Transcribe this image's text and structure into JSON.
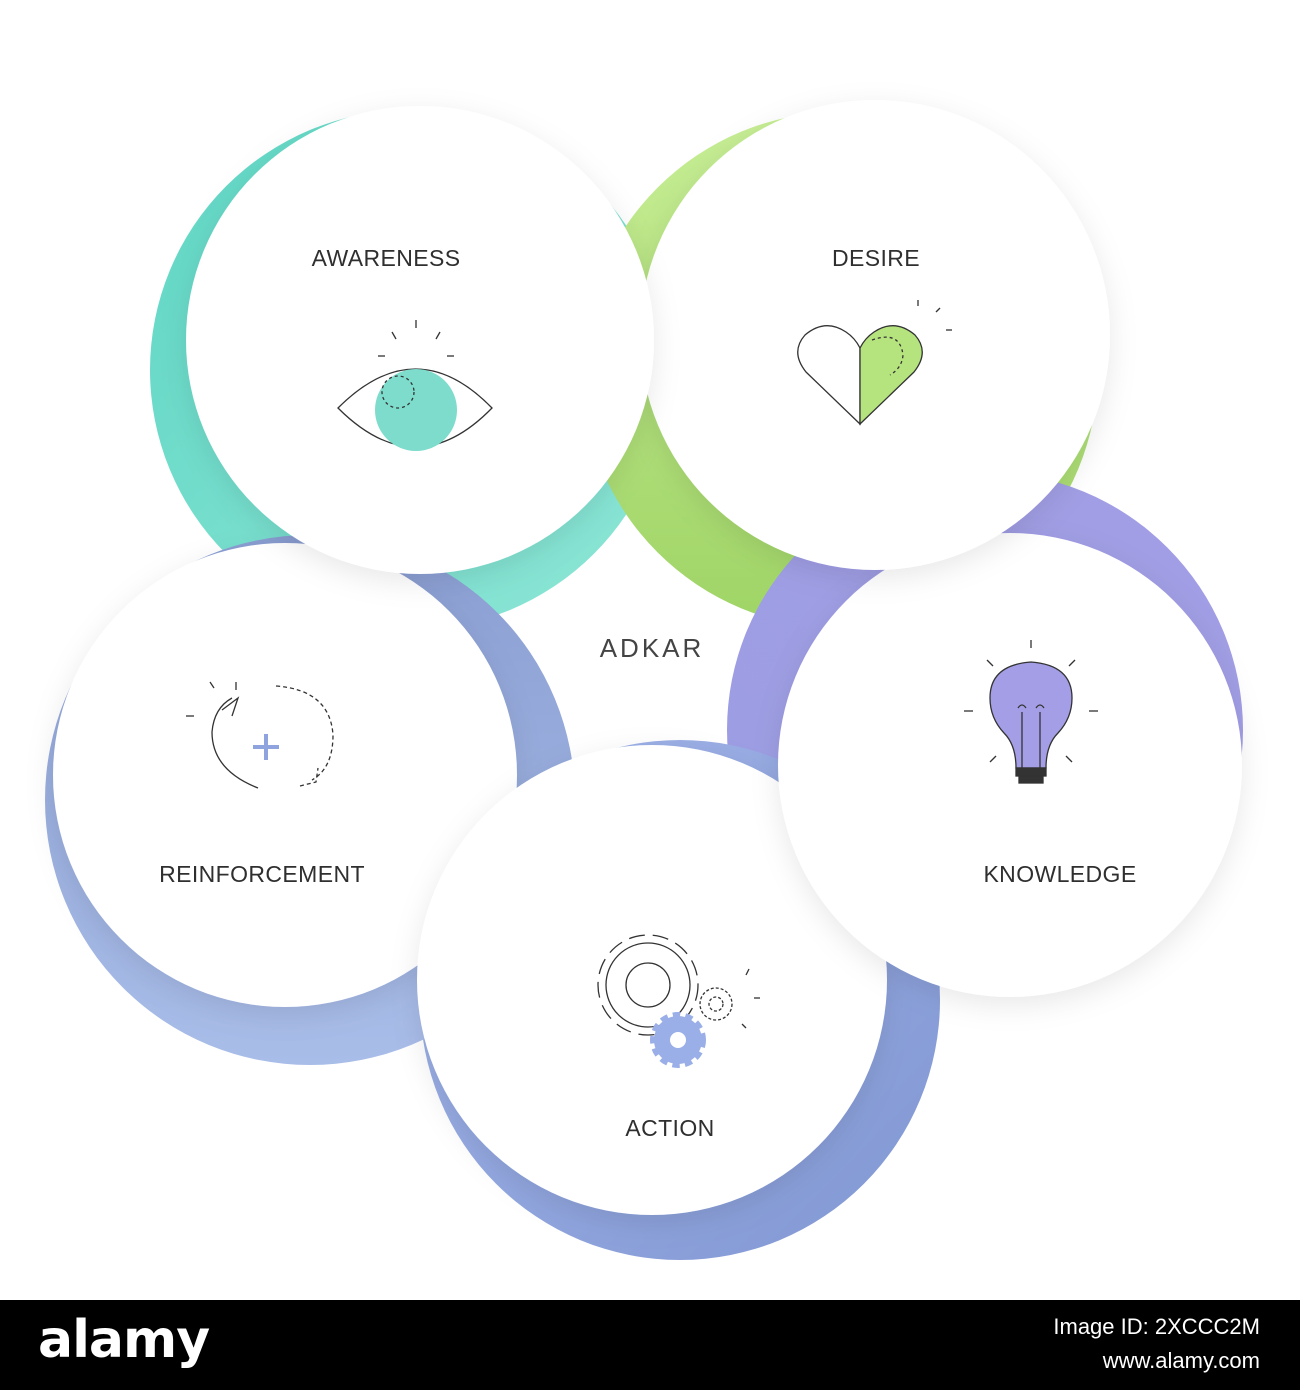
{
  "center_label": "ADKAR",
  "stages": [
    {
      "label": "AWARENESS",
      "icon": "eye-icon",
      "color": "#7ddccc"
    },
    {
      "label": "DESIRE",
      "icon": "heart-icon",
      "color": "#b5e37e"
    },
    {
      "label": "KNOWLEDGE",
      "icon": "lightbulb-icon",
      "color": "#a49ee6"
    },
    {
      "label": "ACTION",
      "icon": "gears-icon",
      "color": "#9aaee8"
    },
    {
      "label": "REINFORCEMENT",
      "icon": "cycle-plus-icon",
      "color": "#8fa4de"
    }
  ],
  "footer": {
    "brand": "alamy",
    "image_id": "Image ID: 2XCCC2M",
    "url": "www.alamy.com"
  }
}
